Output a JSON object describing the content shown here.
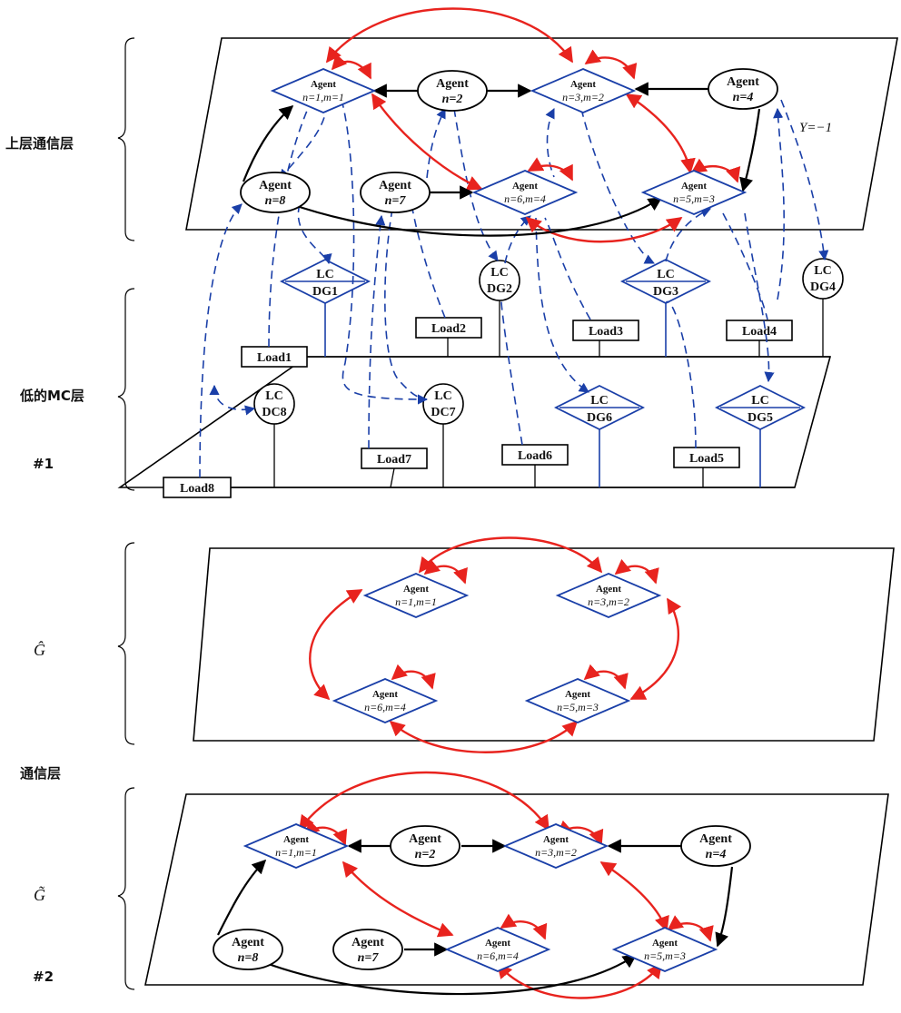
{
  "left_labels": {
    "upper": "上层通信层",
    "lower": "低的MC层",
    "num1": "#1",
    "ghat": "Ĝ",
    "comm": "通信层",
    "gtilde": "G̃",
    "num2": "#2"
  },
  "agent_word": "Agent",
  "agents": {
    "d1": "n=1,m=1",
    "o2": "n=2",
    "d3": "n=3,m=2",
    "o4": "n=4",
    "d5": "n=5,m=3",
    "d6": "n=6,m=4",
    "o7": "n=7",
    "o8": "n=8"
  },
  "annotation": "Y=−1",
  "lc_word": "LC",
  "dg": {
    "dg1": "DG1",
    "dg2": "DG2",
    "dg3": "DG3",
    "dg4": "DG4",
    "dg5": "DG5",
    "dg6": "DG6",
    "dc7": "DC7",
    "dc8": "DC8"
  },
  "loads": {
    "load1": "Load1",
    "load2": "Load2",
    "load3": "Load3",
    "load4": "Load4",
    "load5": "Load5",
    "load6": "Load6",
    "load7": "Load7",
    "load8": "Load8"
  },
  "colors": {
    "red": "#e8231e",
    "blue": "#1a3fa8",
    "black": "#000000"
  }
}
